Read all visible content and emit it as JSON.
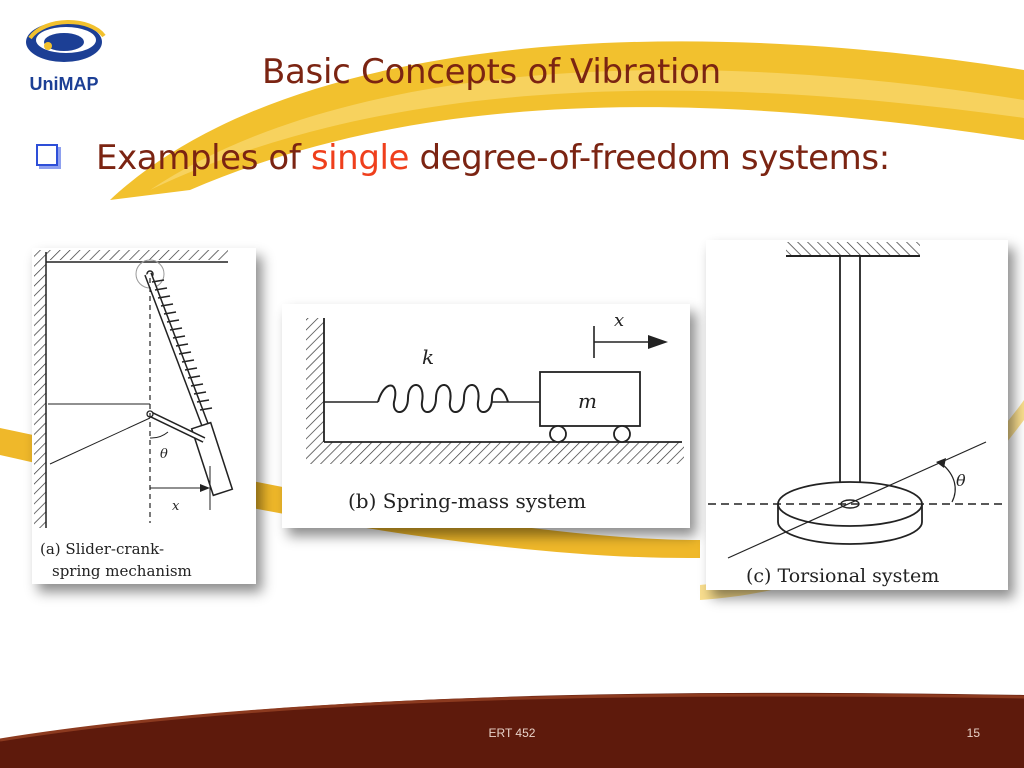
{
  "slide": {
    "title": "Basic Concepts of Vibration",
    "bullet": {
      "prefix": "Examples of ",
      "highlight": "single",
      "suffix": " degree-of-freedom systems:"
    },
    "logo": {
      "text": "UniMAP"
    },
    "figures": {
      "a": {
        "caption_line1": "(a) Slider-crank-",
        "caption_line2": "spring mechanism",
        "x_label": "x",
        "angle_label": "θ"
      },
      "b": {
        "caption": "(b) Spring-mass system",
        "k_label": "k",
        "m_label": "m",
        "x_label": "x"
      },
      "c": {
        "caption": "(c) Torsional system",
        "angle_label": "θ"
      }
    },
    "footer": {
      "course": "ERT 452",
      "page": "15"
    },
    "colors": {
      "title": "#7b2412",
      "highlight": "#ef3f1c",
      "swoosh": "#f2c12e",
      "footer_band": "#5e1a0c",
      "bullet_box": "#2e4fd8"
    }
  }
}
